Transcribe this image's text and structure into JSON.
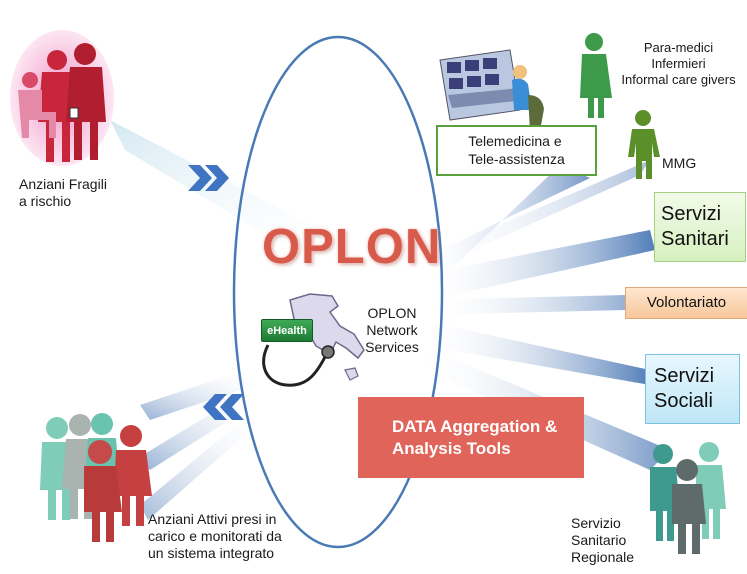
{
  "center": {
    "title": "OPLON",
    "services_line1": "OPLON",
    "services_line2": "Network",
    "services_line3": "Services",
    "ehealth_label": "eHealth"
  },
  "left_top": {
    "line1": "Anziani Fragili",
    "line2": "a rischio"
  },
  "left_bottom": {
    "line1": "Anziani Attivi presi in",
    "line2": "carico e monitorati da",
    "line3": "un sistema integrato"
  },
  "telemedicine": {
    "line1": "Telemedicina e",
    "line2": "Tele-assistenza"
  },
  "paramedics": {
    "line1": "Para-medici",
    "line2": "Infermieri",
    "line3": "Informal care givers"
  },
  "mmg": "MMG",
  "servizi_sanitari": {
    "line1": "Servizi",
    "line2": "Sanitari"
  },
  "volontariato": "Volontariato",
  "servizi_sociali": {
    "line1": "Servizi",
    "line2": "Sociali"
  },
  "data_tools": {
    "line1": "DATA Aggregation &",
    "line2": "Analysis Tools"
  },
  "regional": {
    "line1": "Servizio",
    "line2": "Sanitario",
    "line3": "Regionale"
  },
  "colors": {
    "ellipse": "#4a7ab5",
    "title": "#d85a4a",
    "data_box": "#e0645a",
    "people_red": "#c8263a",
    "people_teal": "#4aa58f",
    "people_green": "#3c8f40"
  }
}
